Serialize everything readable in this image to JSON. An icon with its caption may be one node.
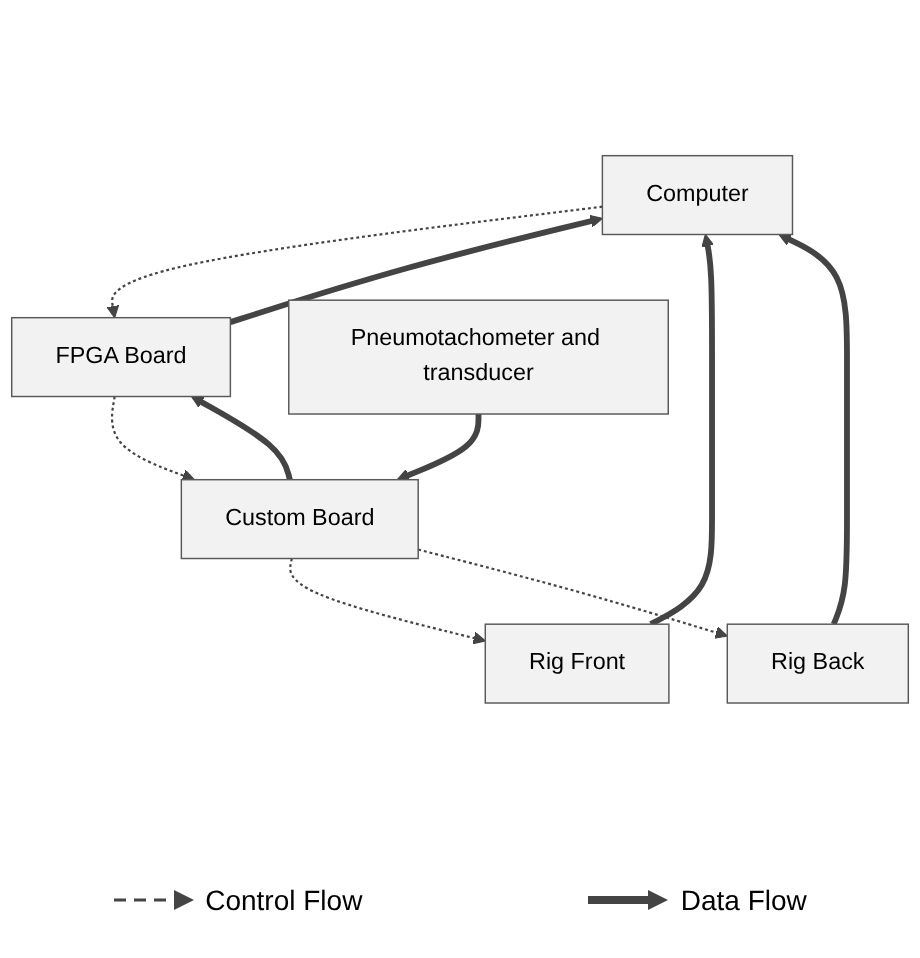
{
  "diagram": {
    "nodes": [
      {
        "text": [
          "Computer"
        ]
      },
      {
        "text": [
          "Rig Front"
        ]
      },
      {
        "text": [
          "FPGA Board"
        ]
      },
      {
        "text": [
          "Rig Back"
        ]
      },
      {
        "text": [
          "Custom Board"
        ]
      },
      {
        "text": [
          "Pneumotachometer and transducer"
        ]
      }
    ],
    "edges": [
      {
        "from": 1,
        "to": 0,
        "arrow": "to"
      },
      {
        "from": 3,
        "to": 0,
        "arrow": "to"
      },
      {
        "from": 0,
        "to": 2,
        "arrow": "to",
        "style": "dashed"
      },
      {
        "from": 2,
        "to": 0,
        "arrow": "to"
      },
      {
        "from": 2,
        "to": 4,
        "arrow": "to",
        "style": "dashed"
      },
      {
        "from": 4,
        "to": 2,
        "arrow": "to"
      },
      {
        "from": 4,
        "to": 1,
        "arrow": "to",
        "style": "dashed"
      },
      {
        "from": 4,
        "to": 3,
        "arrow": "to",
        "style": "dashed"
      },
      {
        "from": 5,
        "to": 4,
        "arrow": "to"
      }
    ],
    "legend": [
      {
        "text": "Control Flow"
      },
      {
        "text": "Data Flow"
      }
    ]
  }
}
